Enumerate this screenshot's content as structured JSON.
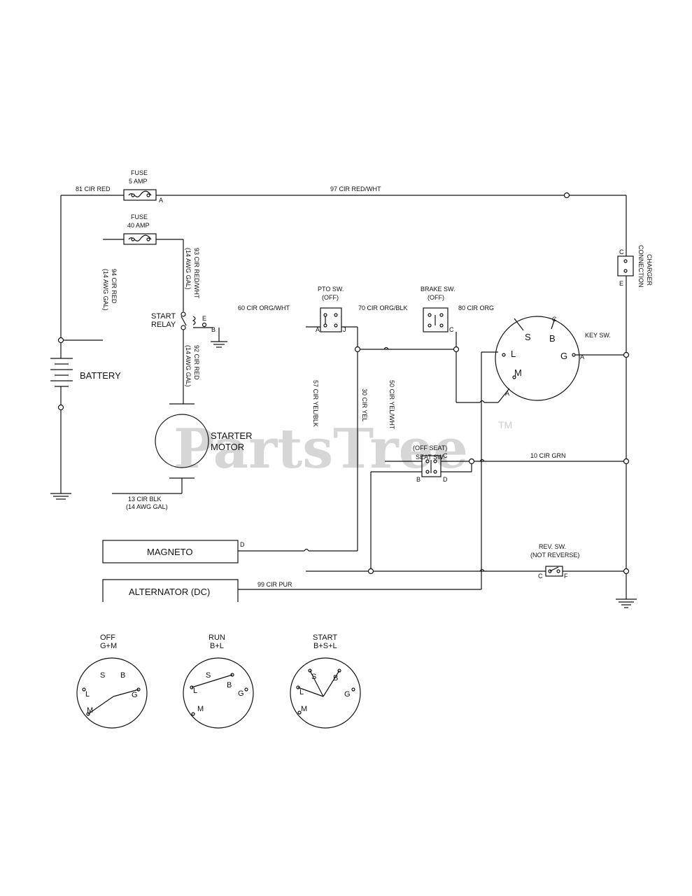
{
  "watermark": {
    "text": "PartsTree",
    "tm": "TM"
  },
  "fuse_5a": {
    "title": "FUSE",
    "rating": "5 AMP",
    "pin": "A"
  },
  "fuse_40a": {
    "title": "FUSE",
    "rating": "40 AMP"
  },
  "wires": {
    "w81": "81 CIR RED",
    "w97": "97 CIR RED/WHT",
    "w94": "94 CIR RED",
    "w94_gauge": "(14 AWG GAL)",
    "w93": "93 CIR RED/WHT",
    "w93_gauge": "(14 AWG GAL)",
    "w92": "92 CIR RED",
    "w92_gauge": "(14 AWG GAL)",
    "w60": "60 CIR ORG/WHT",
    "w70": "70 CIR ORG/BLK",
    "w80": "80 CIR ORG",
    "w57": "57 CIR YEL/BLK",
    "w30": "30 CIR YEL",
    "w50": "50 CIR YEL/WHT",
    "w10": "10 CIR GRN",
    "w13": "13 CIR BLK",
    "w13_gauge": "(14 AWG GAL)",
    "w99": "99 CIR PUR"
  },
  "components": {
    "battery": "BATTERY",
    "start_relay_1": "START",
    "start_relay_2": "RELAY",
    "relay_pin_e": "E",
    "relay_pin_b": "B",
    "starter_1": "STARTER",
    "starter_2": "MOTOR",
    "charger_1": "CHARGER",
    "charger_2": "CONNECTION",
    "charger_pin_c": "C",
    "charger_pin_e": "E",
    "pto_1": "PTO SW.",
    "pto_2": "(OFF)",
    "pto_pin_a": "A",
    "pto_pin_j": "J",
    "brake_1": "BRAKE SW.",
    "brake_2": "(OFF)",
    "brake_pin_c": "C",
    "key_sw": "KEY SW.",
    "key_pin_a_right": "A",
    "key_pin_a_bottom": "A",
    "seat_1": "SEAT SW.",
    "seat_2": "(OFF SEAT)",
    "seat_pin_c": "C",
    "seat_pin_b": "B",
    "seat_pin_d": "D",
    "magneto": "MAGNETO",
    "magneto_pin": "D",
    "alternator": "ALTERNATOR (DC)",
    "rev_1": "REV. SW.",
    "rev_2": "(NOT REVERSE)",
    "rev_pin_c": "C",
    "rev_pin_f": "F"
  },
  "key_terminals": {
    "S": "S",
    "B": "B",
    "L": "L",
    "G": "G",
    "M": "M",
    "C": "C"
  },
  "positions": [
    {
      "title": "OFF",
      "combo": "G+M"
    },
    {
      "title": "RUN",
      "combo": "B+L"
    },
    {
      "title": "START",
      "combo": "B+S+L"
    }
  ]
}
